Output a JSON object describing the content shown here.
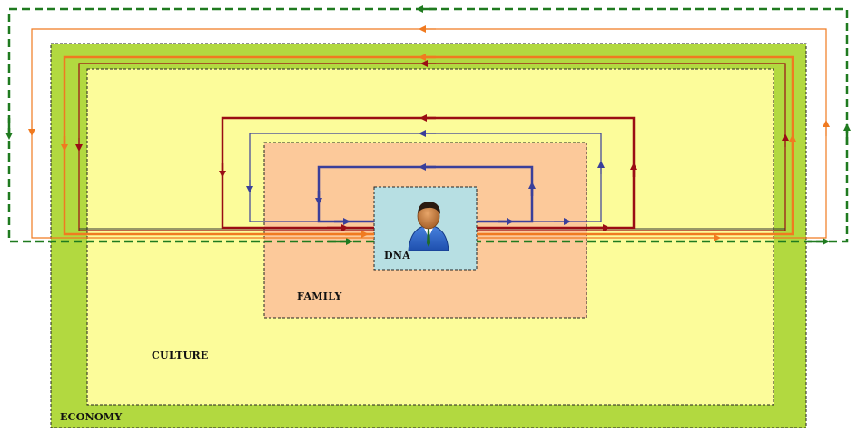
{
  "labels": {
    "economy": "ECONOMY",
    "culture": "CULTURE",
    "family": "FAMILY",
    "dna": "DNA"
  },
  "colors": {
    "economy_fill": "#b2d940",
    "culture_fill": "#fcfc9a",
    "family_fill": "#fcc99a",
    "dna_fill": "#b7dfe3",
    "green_loop": "#1f7a1f",
    "orange_loop": "#f07a20",
    "dark_red_loop": "#9a0d14",
    "blue_loop": "#3a3f9a",
    "gray_loop": "#333333"
  },
  "icons": {
    "person": "person-icon"
  }
}
